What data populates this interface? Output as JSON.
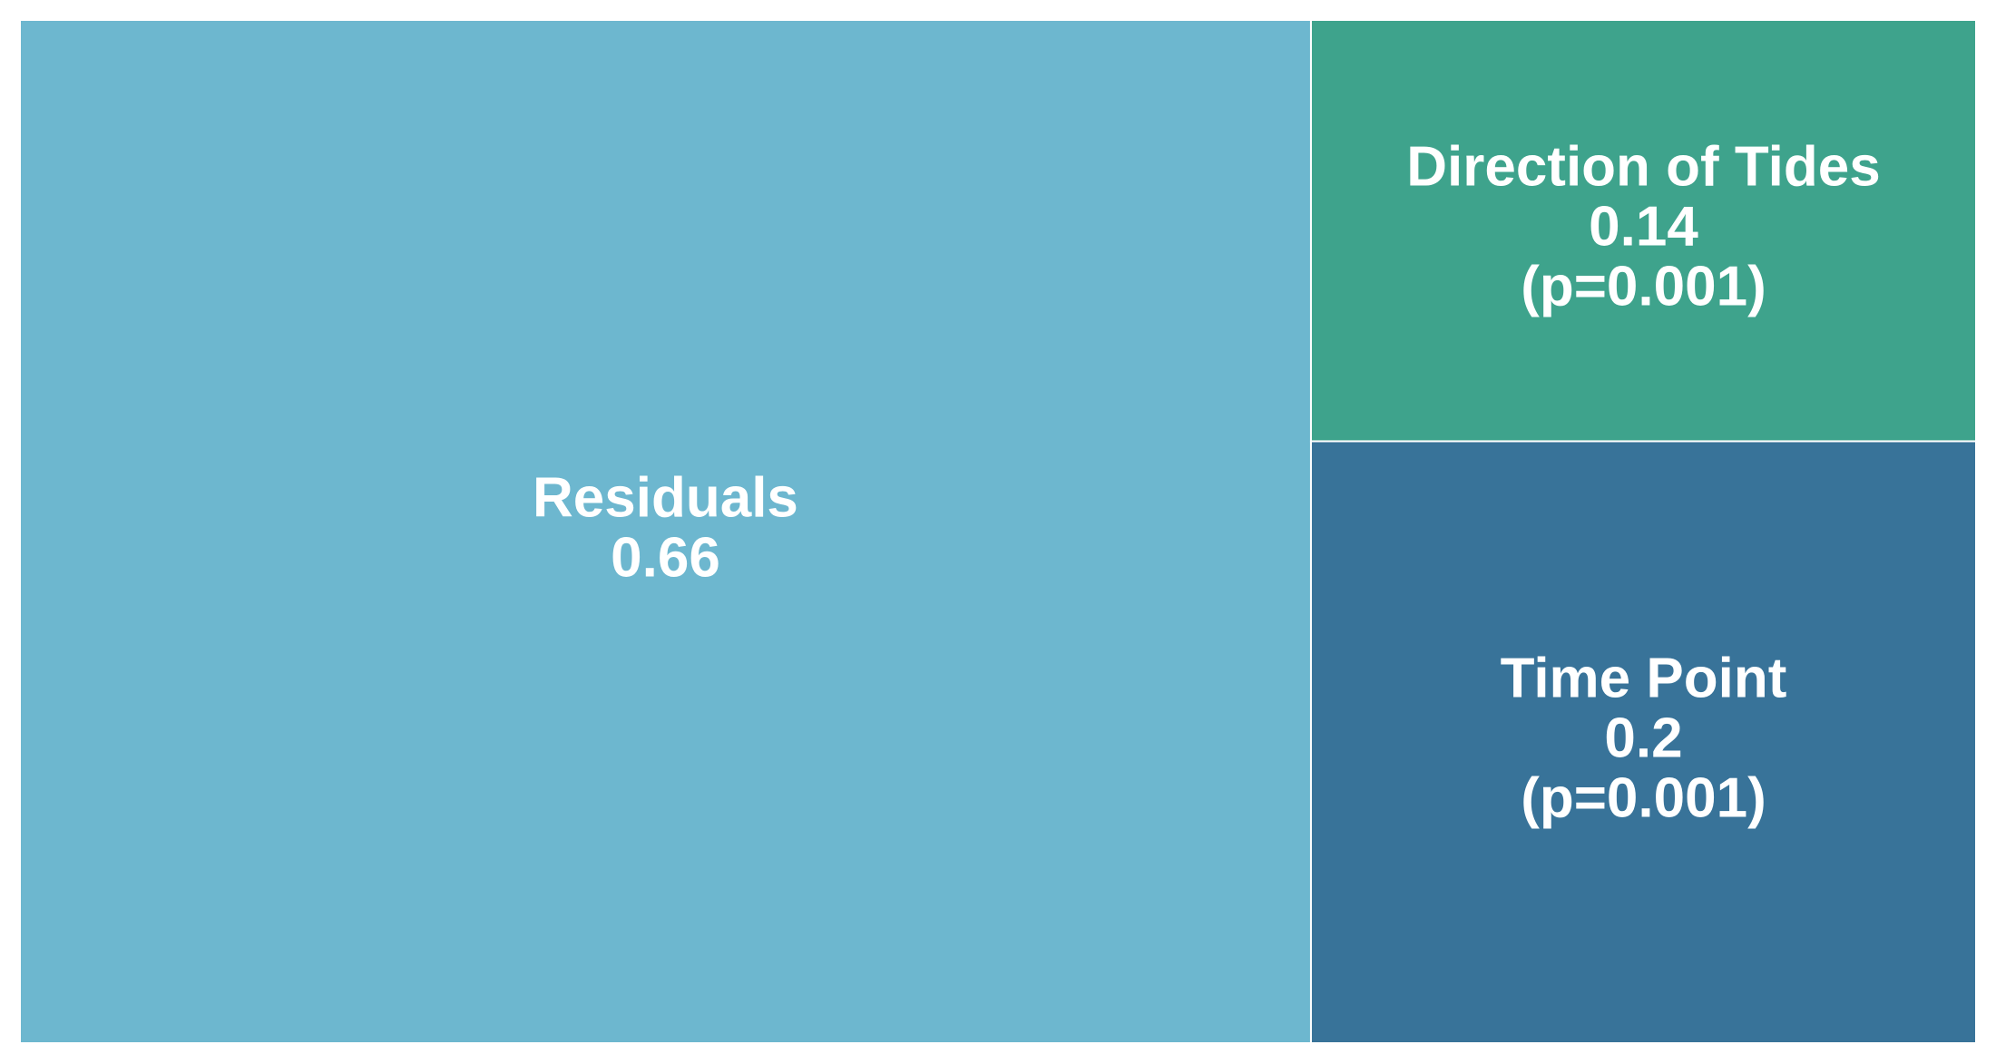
{
  "chart_data": {
    "type": "treemap",
    "title": "",
    "tiles": [
      {
        "name": "Residuals",
        "value": 0.66,
        "value_label": "0.66",
        "p_label": "",
        "color": "#6db7cf"
      },
      {
        "name": "Direction of Tides",
        "value": 0.14,
        "value_label": "0.14",
        "p_label": "(p=0.001)",
        "color": "#3ea38c"
      },
      {
        "name": "Time Point",
        "value": 0.2,
        "value_label": "0.2",
        "p_label": "(p=0.001)",
        "color": "#387399"
      }
    ],
    "border_color": "#ffffff",
    "background": "#ffffff"
  }
}
